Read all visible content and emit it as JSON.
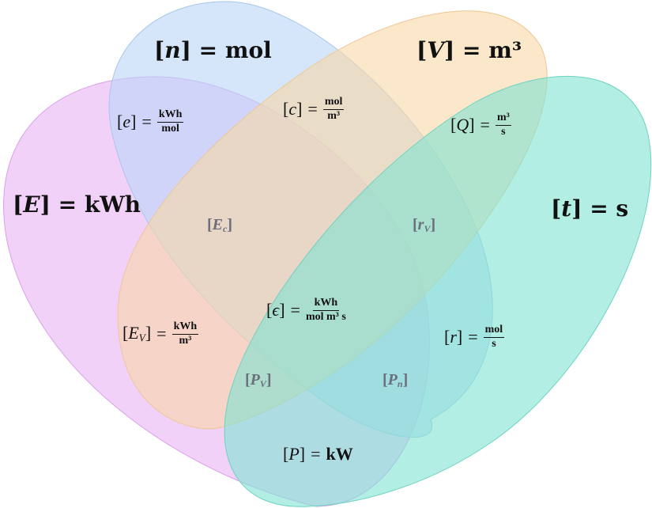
{
  "diagram": {
    "type": "four-set venn diagram",
    "sets": [
      {
        "id": "E",
        "symbol": "E",
        "unit": "kWh",
        "label": "[E] = kWh",
        "color": "#e9b3f5"
      },
      {
        "id": "n",
        "symbol": "n",
        "unit": "mol",
        "label": "[n] = mol",
        "color": "#b9d6f7"
      },
      {
        "id": "V",
        "symbol": "V",
        "unit": "m³",
        "label": "[V] = m³",
        "color": "#f8d7a7"
      },
      {
        "id": "t",
        "symbol": "t",
        "unit": "s",
        "label": "[t] = s",
        "color": "#7fe3d2"
      }
    ],
    "regions": {
      "e": {
        "symbol": "e",
        "sets": [
          "E",
          "n"
        ],
        "numerator": "kWh",
        "denominator": "mol"
      },
      "c": {
        "symbol": "c",
        "sets": [
          "n",
          "V"
        ],
        "numerator": "mol",
        "denominator": "m³"
      },
      "Q": {
        "symbol": "Q",
        "sets": [
          "V",
          "t"
        ],
        "numerator": "m³",
        "denominator": "s"
      },
      "EV": {
        "symbol": "E",
        "subscript": "V",
        "sets": [
          "E",
          "V"
        ],
        "numerator": "kWh",
        "denominator": "m³"
      },
      "r": {
        "symbol": "r",
        "sets": [
          "n",
          "t"
        ],
        "numerator": "mol",
        "denominator": "s"
      },
      "P": {
        "symbol": "P",
        "sets": [
          "E",
          "t"
        ],
        "unit": "kW"
      },
      "eps": {
        "symbol": "ϵ",
        "sets": [
          "E",
          "n",
          "V",
          "t"
        ],
        "numerator": "kWh",
        "denominator": "mol m³ s"
      },
      "Ec": {
        "symbol": "E",
        "subscript": "c",
        "sets": [
          "E",
          "n",
          "V"
        ],
        "label": "unlabeled"
      },
      "rV": {
        "symbol": "r",
        "subscript": "V",
        "sets": [
          "n",
          "V",
          "t"
        ],
        "label": "unlabeled"
      },
      "PV": {
        "symbol": "P",
        "subscript": "V",
        "sets": [
          "E",
          "V",
          "t"
        ],
        "label": "unlabeled"
      },
      "Pn": {
        "symbol": "P",
        "subscript": "n",
        "sets": [
          "E",
          "n",
          "t"
        ],
        "label": "unlabeled"
      }
    },
    "text": {
      "eq": "=",
      "lb": "[",
      "rb": "]"
    }
  }
}
